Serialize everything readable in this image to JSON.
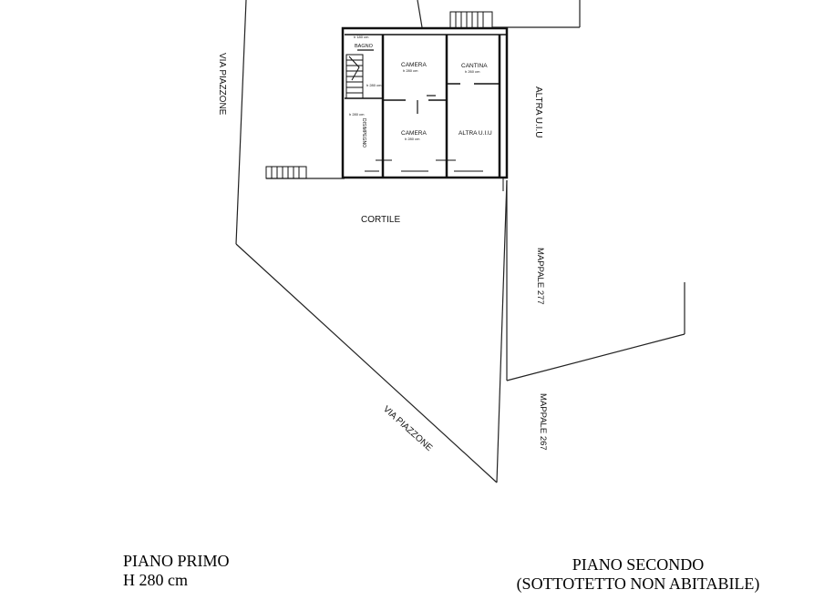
{
  "streets": {
    "left_label": "VIA PIAZZONE",
    "diagonal_label": "VIA PIAZZONE"
  },
  "neighbors": {
    "right_building": "ALTRA U.I.U",
    "parcel_upper": "MAPPALE 277",
    "parcel_lower": "MAPPALE 267"
  },
  "courtyard": {
    "label": "CORTILE"
  },
  "rooms": {
    "bagno": "BAGNO",
    "camera_top": "CAMERA",
    "camera_top_h": "h 280 cm",
    "cantina": "CANTINA",
    "cantina_h": "h 260 cm",
    "disimpegno": "DISIMPEGNO",
    "camera_bottom": "CAMERA",
    "camera_bottom_h": "h 280 cm",
    "altra_uiu": "ALTRA U.I.U",
    "bagno_h": "h 180 cm",
    "stair_h": "h 280 cm",
    "corr_h": "h 280 cm"
  },
  "captions": {
    "first_floor": "PIANO PRIMO",
    "first_floor_height": "H  280 cm",
    "second_floor": "PIANO SECONDO",
    "second_floor_note": "(SOTTOTETTO NON ABITABILE)"
  }
}
